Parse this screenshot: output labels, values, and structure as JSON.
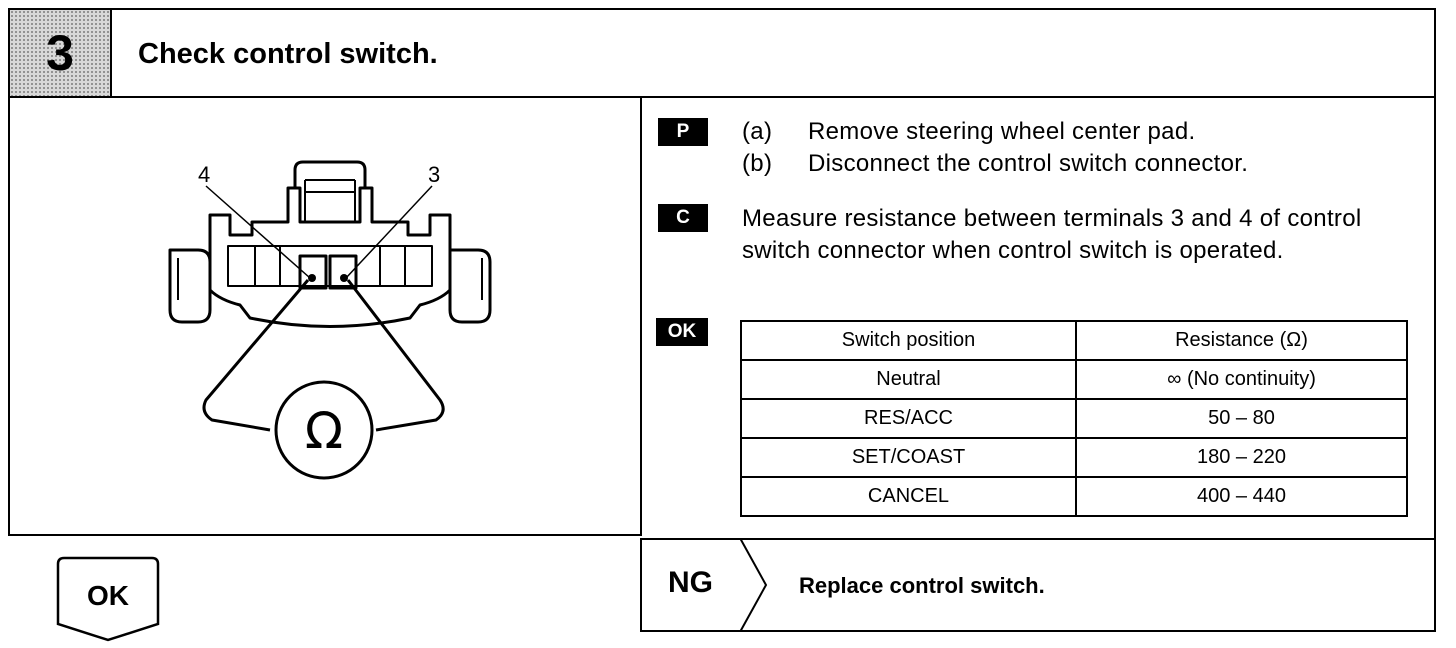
{
  "header": {
    "step_number": "3",
    "title": "Check control switch."
  },
  "diagram": {
    "terminal_left": "4",
    "terminal_right": "3",
    "meter_symbol": "Ω"
  },
  "badges": {
    "prepare": "P",
    "check": "C",
    "ok": "OK"
  },
  "prepare_steps": [
    {
      "letter": "(a)",
      "text": "Remove steering wheel center pad."
    },
    {
      "letter": "(b)",
      "text": "Disconnect the control switch connector."
    }
  ],
  "measure_text": "Measure resistance between terminals 3 and 4 of control switch connector when control switch is operated.",
  "table": {
    "headers": [
      "Switch position",
      "Resistance (Ω)"
    ],
    "rows": [
      [
        "Neutral",
        "∞ (No continuity)"
      ],
      [
        "RES/ACC",
        "50 – 80"
      ],
      [
        "SET/COAST",
        "180 – 220"
      ],
      [
        "CANCEL",
        "400 – 440"
      ]
    ]
  },
  "result": {
    "ok_label": "OK",
    "ng_label": "NG",
    "ng_action": "Replace control switch."
  }
}
